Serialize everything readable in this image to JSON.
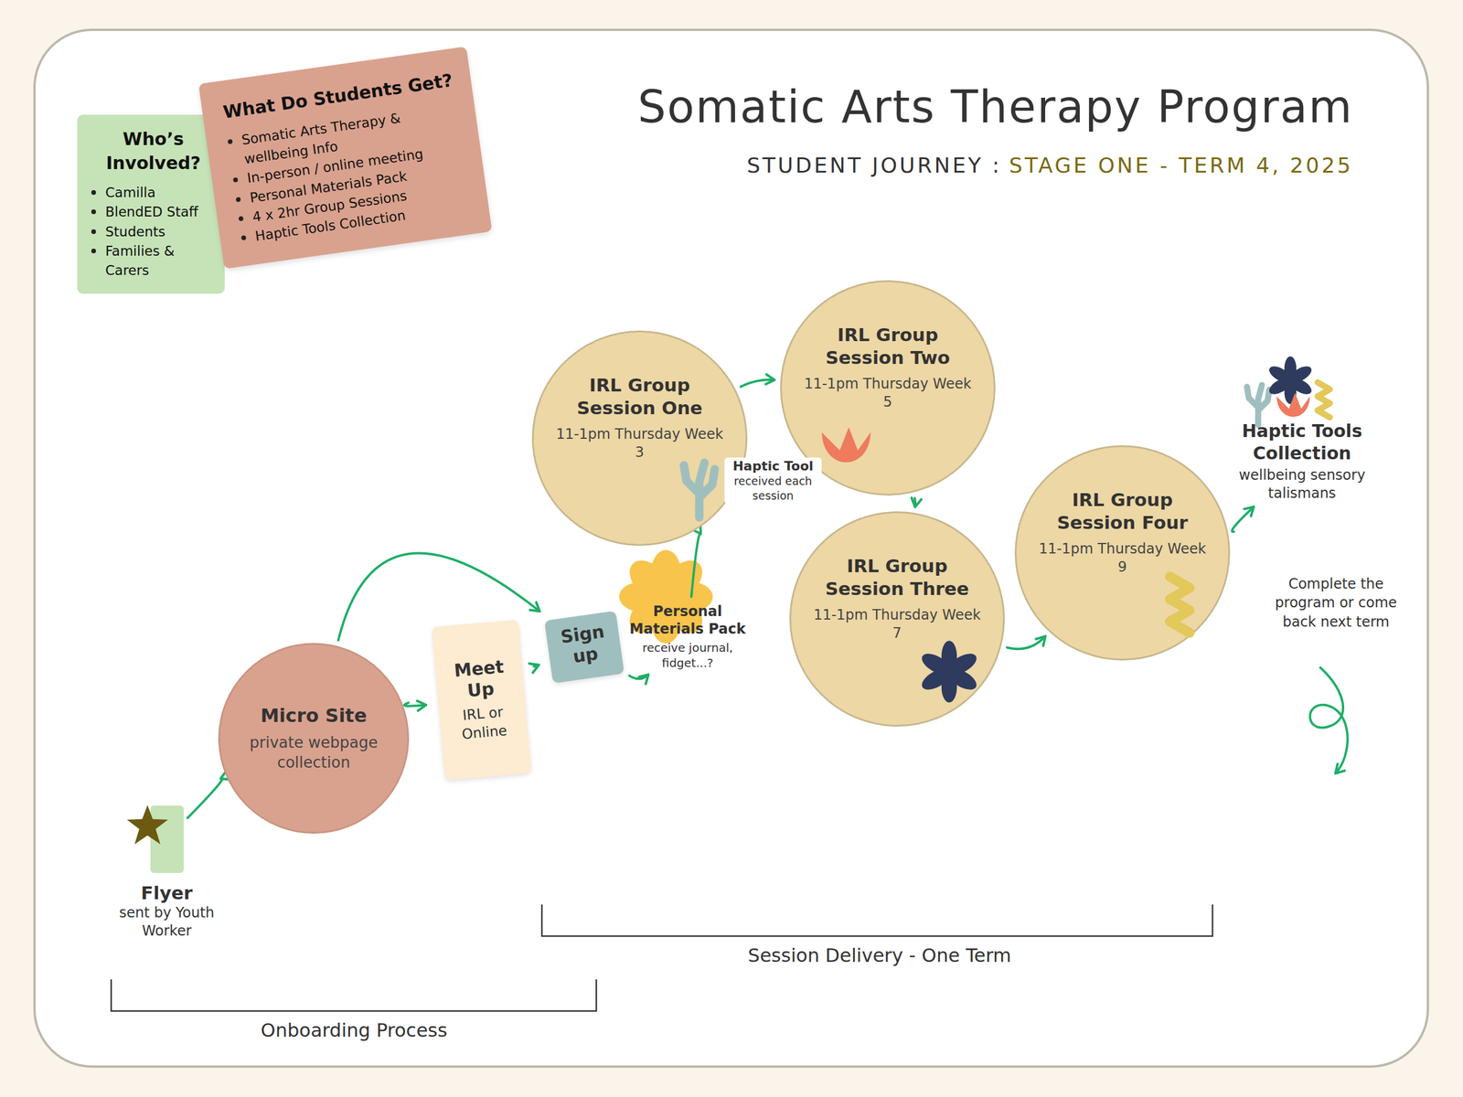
{
  "diagram": {
    "title": "Somatic Arts Therapy Program",
    "nodes": [
      {
        "text": [
          "Who’s Involved?",
          "Camilla",
          "BlendED Staff",
          "Students",
          "Families & Carers"
        ]
      },
      {
        "text": [
          "What Do Students Get?",
          "Somatic Arts Therapy & wellbeing Info",
          "In-person / online meeting",
          "Personal Materials Pack",
          "4 x 2hr Group Sessions",
          "Haptic Tools Collection"
        ]
      },
      {
        "text": [
          "Flyer",
          "sent by Youth Worker"
        ]
      },
      {
        "text": [
          "Micro Site",
          "private webpage collection"
        ]
      },
      {
        "text": [
          "Meet Up",
          "IRL or Online"
        ]
      },
      {
        "text": [
          "Sign up"
        ]
      },
      {
        "text": [
          "Personal Materials Pack",
          "receive journal, fidget...?"
        ]
      },
      {
        "text": [
          "IRL Group Session One",
          "11-1pm Thursday Week 3"
        ]
      },
      {
        "text": [
          "IRL Group Session Two",
          "11-1pm Thursday Week 5"
        ]
      },
      {
        "text": [
          "IRL Group Session Three",
          "11-1pm Thursday Week 7"
        ]
      },
      {
        "text": [
          "IRL Group Session Four",
          "11-1pm Thursday Week 9"
        ]
      },
      {
        "text": [
          "Haptic Tools Collection",
          "wellbeing sensory talismans"
        ]
      }
    ],
    "edges": [
      {
        "from": 2,
        "to": 3,
        "arrow": "to"
      },
      {
        "from": 3,
        "to": 4,
        "arrow": "to"
      },
      {
        "from": 3,
        "to": 5,
        "arrow": "to"
      },
      {
        "from": 4,
        "to": 5,
        "arrow": "to"
      },
      {
        "from": 5,
        "to": 6,
        "arrow": "to"
      },
      {
        "from": 6,
        "to": 7,
        "arrow": "to"
      },
      {
        "from": 7,
        "to": 8,
        "arrow": "to"
      },
      {
        "from": 8,
        "to": 9,
        "arrow": "to"
      },
      {
        "from": 9,
        "to": 10,
        "arrow": "to"
      },
      {
        "from": 10,
        "to": 11,
        "arrow": "to"
      }
    ],
    "labels": [
      "STUDENT JOURNEY :",
      "STAGE ONE - TERM 4, 2025",
      "Haptic Tool",
      "received each session",
      "Complete the program or come back next term",
      "Session Delivery - One Term",
      "Onboarding Process"
    ]
  }
}
